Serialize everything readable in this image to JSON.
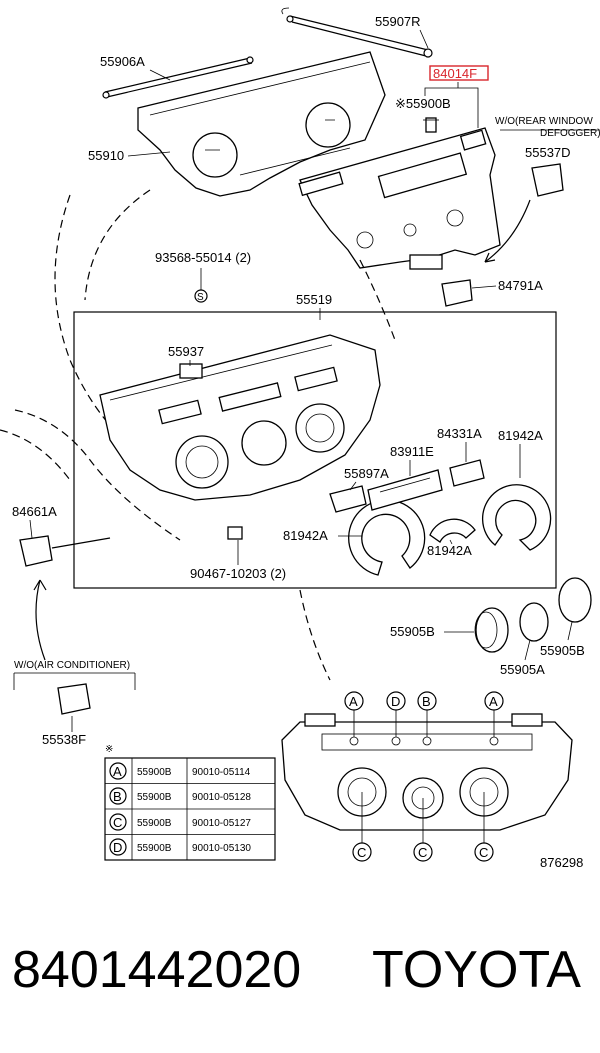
{
  "callouts": {
    "p55907R": "55907R",
    "p84014F": "84014F",
    "p55906A": "55906A",
    "p55900B": "※55900B",
    "p55910": "55910",
    "wo_rear": "W/O(REAR WINDOW",
    "defogger": "DEFOGGER)",
    "p55537D": "55537D",
    "p93568": "93568-55014 (2)",
    "s_mark": "S",
    "p84791A": "84791A",
    "p55519": "55519",
    "p55937": "55937",
    "p84331A": "84331A",
    "p81942A_top": "81942A",
    "p83911E": "83911E",
    "p55897A": "55897A",
    "p84661A": "84661A",
    "p81942A_left": "81942A",
    "p81942A_mid": "81942A",
    "p90467": "90467-10203 (2)",
    "p55905B_left": "55905B",
    "p55905A": "55905A",
    "p55905B_right": "55905B",
    "wo_ac": "W/O(AIR CONDITIONER)",
    "p55538F": "55538F",
    "ref_code": "876298"
  },
  "table": {
    "note_mark": "※",
    "rows": [
      {
        "key": "A",
        "part": "55900B",
        "code": "90010-05114"
      },
      {
        "key": "B",
        "part": "55900B",
        "code": "90010-05128"
      },
      {
        "key": "C",
        "part": "55900B",
        "code": "90010-05127"
      },
      {
        "key": "D",
        "part": "55900B",
        "code": "90010-05130"
      }
    ]
  },
  "panel_markers": {
    "top": [
      "A",
      "D",
      "B",
      "A"
    ],
    "bottom": [
      "C",
      "C",
      "C"
    ]
  },
  "footer": {
    "part_number": "8401442020",
    "brand": "TOYOTA"
  },
  "colors": {
    "highlight": "#d9262c",
    "ink": "#000000"
  }
}
